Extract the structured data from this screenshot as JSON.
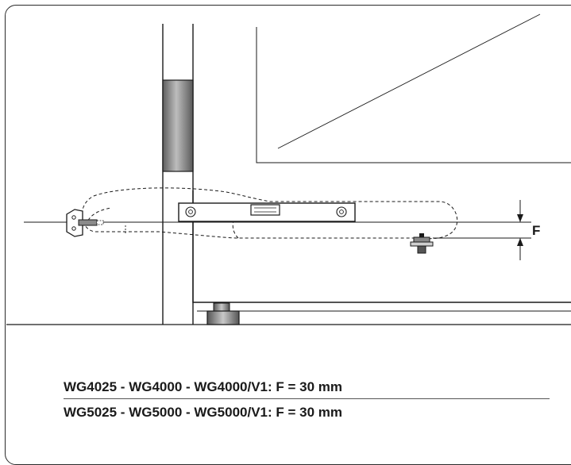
{
  "dimension": {
    "label": "F"
  },
  "captions": [
    {
      "text": "WG4025 - WG4000 - WG4000/V1: F = 30 mm"
    },
    {
      "text": "WG5025 - WG5000 - WG5000/V1: F = 30 mm"
    }
  ],
  "colors": {
    "line": "#1a1a1a",
    "fill_gray": "#8a8a8a",
    "fill_light": "#cfcfcf"
  }
}
